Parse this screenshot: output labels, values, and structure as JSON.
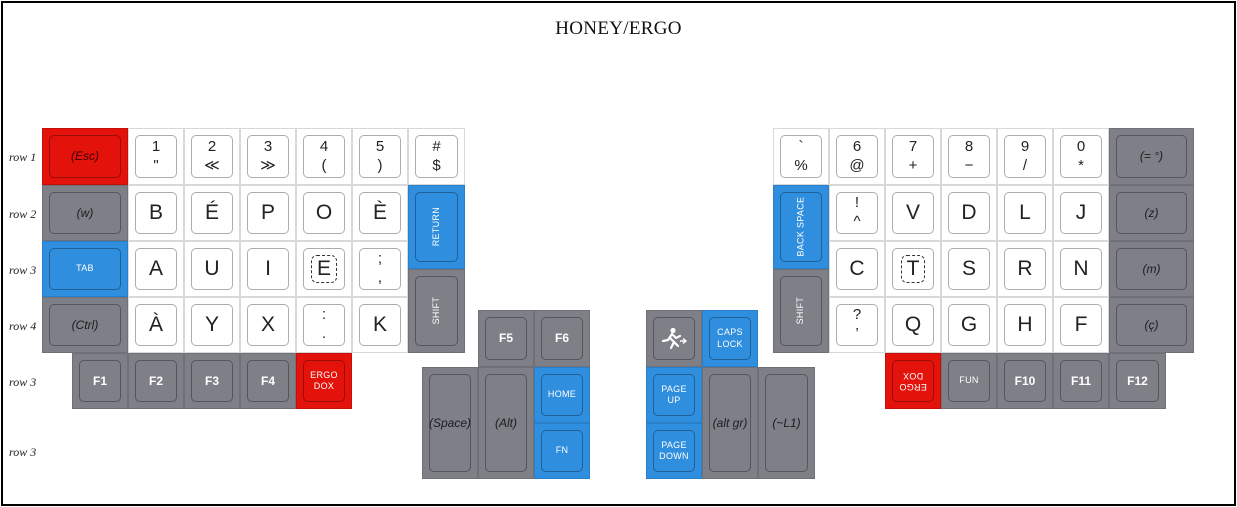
{
  "title": "HONEY/ERGO",
  "row_labels": [
    "row 1",
    "row 2",
    "row 3",
    "row 4",
    "row 3",
    "row 3"
  ],
  "left_hand": {
    "row1": {
      "esc": "(Esc)",
      "n1": [
        "1",
        "\""
      ],
      "n2": [
        "2",
        "≪"
      ],
      "n3": [
        "3",
        "≫"
      ],
      "n4": [
        "4",
        "("
      ],
      "n5": [
        "5",
        ")"
      ],
      "hash": [
        "#",
        "$"
      ]
    },
    "row2": {
      "w": "(w)",
      "b": "B",
      "e_acute": "É",
      "p": "P",
      "o": "O",
      "e_grave": "È",
      "return": "RETURN"
    },
    "row3": {
      "tab": "TAB",
      "a": "A",
      "u": "U",
      "i": "I",
      "e": "E",
      "semi": [
        ";",
        ","
      ]
    },
    "row4": {
      "ctrl": "(Ctrl)",
      "a_grave": "À",
      "y": "Y",
      "x": "X",
      "colon": [
        ":",
        "."
      ],
      "k": "K",
      "shift": "SHIFT"
    },
    "row5": {
      "f1": "F1",
      "f2": "F2",
      "f3": "F3",
      "f4": "F4",
      "ergodox": [
        "ERGO",
        "DOX"
      ]
    }
  },
  "left_thumb": {
    "f5": "F5",
    "f6": "F6",
    "space": "(Space)",
    "alt": "(Alt)",
    "home": "HOME",
    "fn": "FN"
  },
  "right_thumb": {
    "run_icon": "running-man-icon",
    "caps_lock": [
      "CAPS",
      "LOCK"
    ],
    "page_up": [
      "PAGE",
      "UP"
    ],
    "page_down": [
      "PAGE",
      "DOWN"
    ],
    "alt_gr": "(alt gr)",
    "l1": "(~L1)"
  },
  "right_hand": {
    "row1": {
      "grave": [
        "`",
        "%"
      ],
      "n6": [
        "6",
        "@"
      ],
      "n7": [
        "7",
        "+"
      ],
      "n8": [
        "8",
        "−"
      ],
      "n9": [
        "9",
        "/"
      ],
      "n0": [
        "0",
        "*"
      ],
      "equal": "(= °)"
    },
    "row2": {
      "backspace": "BACK SPACE",
      "excl": [
        "!",
        "^"
      ],
      "v": "V",
      "d": "D",
      "l": "L",
      "j": "J",
      "z": "(z)"
    },
    "row3": {
      "c": "C",
      "t": "T",
      "s": "S",
      "r": "R",
      "n": "N",
      "m": "(m)"
    },
    "row4": {
      "shift": "SHIFT",
      "question": [
        "?",
        "’"
      ],
      "q": "Q",
      "g": "G",
      "h": "H",
      "f": "F",
      "c_cedil": "(ç)"
    },
    "row5": {
      "ergodox": [
        "ERGO",
        "DOX"
      ],
      "fun": "FUN",
      "f10": "F10",
      "f11": "F11",
      "f12": "F12"
    }
  },
  "colors": {
    "grey": "#7e7f87",
    "blue": "#2f8ede",
    "red": "#e3120b",
    "white": "#ffffff"
  }
}
